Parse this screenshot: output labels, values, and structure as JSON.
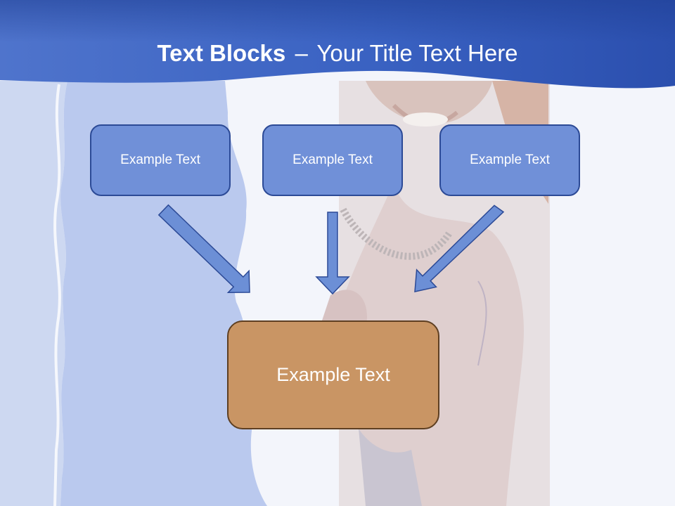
{
  "slide": {
    "title_bold": "Text Blocks",
    "title_separator": "–",
    "title_rest": "Your Title Text Here",
    "blocks": [
      {
        "label": "Example Text"
      },
      {
        "label": "Example Text"
      },
      {
        "label": "Example Text"
      }
    ],
    "main_block": {
      "label": "Example Text"
    }
  },
  "colors": {
    "header_blue": "#3558b8",
    "block_blue": "#7090d8",
    "block_border": "#2c4a96",
    "main_block": "#c99564",
    "main_border": "#5e3f22",
    "arrow": "#6c8fd6"
  }
}
